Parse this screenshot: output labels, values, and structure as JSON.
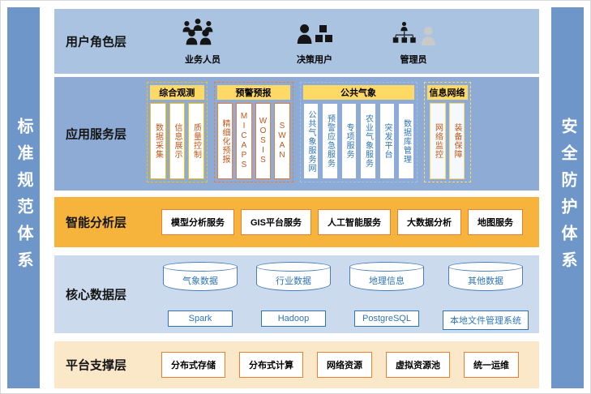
{
  "diagram": {
    "side_left": "标准规范体系",
    "side_right": "安全防护体系",
    "layers": {
      "user_role": {
        "label": "用户角色层",
        "roles": [
          {
            "label": "业务人员",
            "icon": "business-users-group-icon"
          },
          {
            "label": "决策用户",
            "icon": "decision-user-icon"
          },
          {
            "label": "管理员",
            "icon": "admin-orgchart-icon"
          }
        ]
      },
      "app_service": {
        "label": "应用服务层",
        "groups": [
          {
            "title": "综合观测",
            "items": [
              "数据采集",
              "信息展示",
              "质量控制"
            ]
          },
          {
            "title": "预警预报",
            "items": [
              "精细化预报",
              "MICAPS",
              "WOSIS",
              "SWAN"
            ]
          },
          {
            "title": "公共气象",
            "items": [
              "公共气象服务网",
              "预警应急服务",
              "专项服务",
              "农业气象服务",
              "突发平台",
              "数据库管理"
            ]
          },
          {
            "title": "信息网络",
            "items": [
              "网络监控",
              "装备保障"
            ]
          }
        ]
      },
      "analysis": {
        "label": "智能分析层",
        "items": [
          "模型分析服务",
          "GIS平台服务",
          "人工智能服务",
          "大数据分析",
          "地图服务"
        ]
      },
      "core_data": {
        "label": "核心数据层",
        "databases": [
          "气象数据",
          "行业数据",
          "地理信息",
          "其他数据"
        ],
        "storage": [
          "Spark",
          "Hadoop",
          "PostgreSQL",
          "本地文件管理系统"
        ]
      },
      "platform": {
        "label": "平台支撑层",
        "items": [
          "分布式存储",
          "分布式计算",
          "网络资源",
          "虚拟资源池",
          "统一运维"
        ]
      }
    },
    "colors": {
      "side_bar": "#6e96c8",
      "layer_user_bg": "#a9c3e0",
      "layer_app_bg": "#8dabd5",
      "layer_analysis_bg": "#f6b43c",
      "layer_data_bg": "#ccdaee",
      "layer_platform_bg": "#fae8c8",
      "accent_orange": "#ed7d31",
      "accent_yellow": "#ffd966",
      "accent_blue": "#2e74b5"
    }
  }
}
